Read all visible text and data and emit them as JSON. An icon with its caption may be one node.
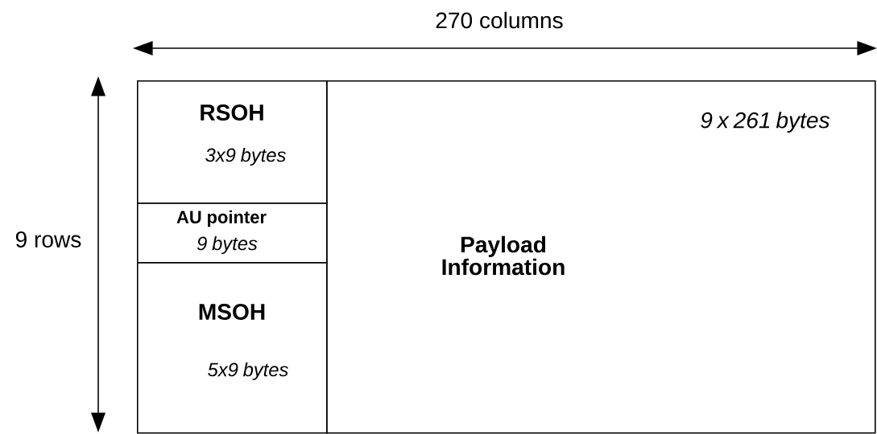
{
  "diagram": {
    "nodes": [
      {
        "text": [
          "RSOH",
          "3x9 bytes"
        ]
      },
      {
        "text": [
          "AU pointer",
          "9 bytes"
        ]
      },
      {
        "text": [
          "MSOH",
          "5x9 bytes"
        ]
      },
      {
        "text": [
          "Payload Information",
          "9 x 261 bytes"
        ]
      }
    ],
    "labels": [
      "270 columns",
      "9 rows"
    ]
  }
}
